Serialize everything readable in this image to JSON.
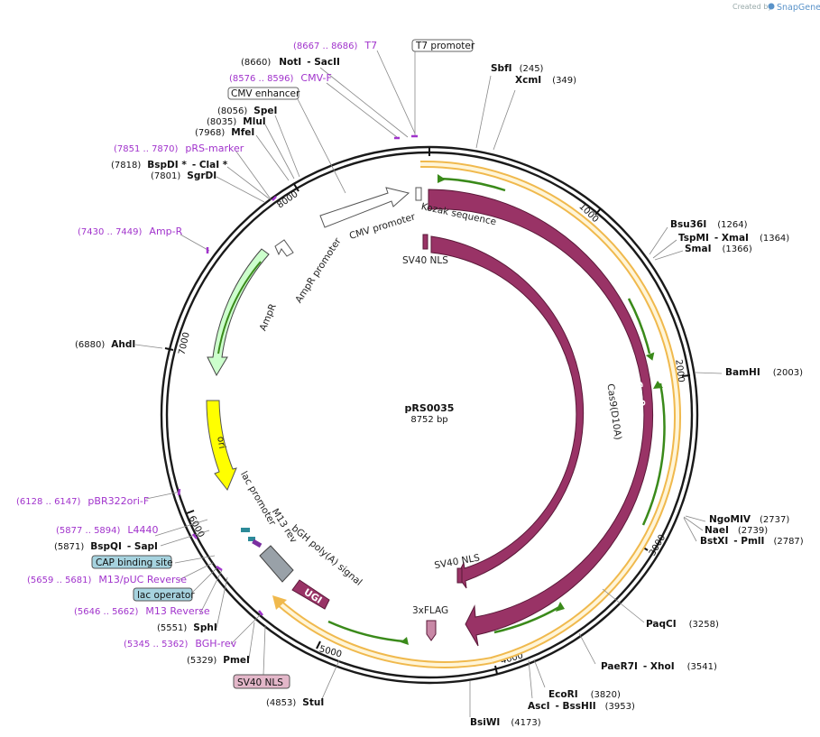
{
  "credit": {
    "prefix": "Created by",
    "brand": "SnapGene"
  },
  "plasmid": {
    "name": "pRS0035",
    "size_label": "8752 bp",
    "length_bp": 8752
  },
  "ticks": [
    "1000",
    "2000",
    "3000",
    "4000",
    "5000",
    "6000",
    "7000",
    "8000"
  ],
  "enzyme_labels": [
    {
      "id": "notI",
      "num": "(8660)",
      "name": "NotI",
      "extra": "- SacII"
    },
    {
      "id": "speI",
      "num": "(8056)",
      "name": "SpeI",
      "extra": ""
    },
    {
      "id": "mluI",
      "num": "(8035)",
      "name": "MluI",
      "extra": ""
    },
    {
      "id": "mfeI",
      "num": "(7968)",
      "name": "MfeI",
      "extra": ""
    },
    {
      "id": "bspDI",
      "num": "(7818)",
      "name": "BspDI *",
      "extra": "- ClaI *"
    },
    {
      "id": "sgrDI",
      "num": "(7801)",
      "name": "SgrDI",
      "extra": ""
    },
    {
      "id": "ahdI",
      "num": "(6880)",
      "name": "AhdI",
      "extra": ""
    },
    {
      "id": "bspQI",
      "num": "(5871)",
      "name": "BspQI",
      "extra": "- SapI"
    },
    {
      "id": "sphI",
      "num": "(5551)",
      "name": "SphI",
      "extra": ""
    },
    {
      "id": "pmeI",
      "num": "(5329)",
      "name": "PmeI",
      "extra": ""
    },
    {
      "id": "stuI",
      "num": "(4853)",
      "name": "StuI",
      "extra": ""
    },
    {
      "id": "sbfI",
      "name": "SbfI",
      "num": "(245)"
    },
    {
      "id": "xcmI",
      "name": "XcmI",
      "num": "(349)"
    },
    {
      "id": "bsu36I",
      "name": "Bsu36I",
      "num": "(1264)"
    },
    {
      "id": "tspMI",
      "name": "TspMI",
      "extra": "- XmaI",
      "num": "(1364)"
    },
    {
      "id": "smaI",
      "name": "SmaI",
      "num": "(1366)"
    },
    {
      "id": "bamHI",
      "name": "BamHI",
      "num": "(2003)"
    },
    {
      "id": "ngoMIV",
      "name": "NgoMIV",
      "num": "(2737)"
    },
    {
      "id": "naeI",
      "name": "NaeI",
      "num": "(2739)"
    },
    {
      "id": "bstXI",
      "name": "BstXI",
      "extra": "- PmlI",
      "num": "(2787)"
    },
    {
      "id": "paqCI",
      "name": "PaqCI",
      "num": "(3258)"
    },
    {
      "id": "paeR7I",
      "name": "PaeR7I",
      "extra": "- XhoI",
      "num": "(3541)"
    },
    {
      "id": "ecoRI",
      "name": "EcoRI",
      "num": "(3820)"
    },
    {
      "id": "ascI",
      "name": "AscI",
      "extra": "- BssHII",
      "num": "(3953)"
    },
    {
      "id": "bsiWI",
      "name": "BsiWI",
      "num": "(4173)"
    }
  ],
  "primers": [
    {
      "id": "t7",
      "range": "(8667 .. 8686)",
      "name": "T7"
    },
    {
      "id": "cmvf",
      "range": "(8576 .. 8596)",
      "name": "CMV-F"
    },
    {
      "id": "rsmarker",
      "range": "(7851 .. 7870)",
      "name": "pRS-marker"
    },
    {
      "id": "ampr",
      "range": "(7430 .. 7449)",
      "name": "Amp-R"
    },
    {
      "id": "pbr322",
      "range": "(6128 .. 6147)",
      "name": "pBR322ori-F"
    },
    {
      "id": "l4440",
      "range": "(5877 .. 5894)",
      "name": "L4440"
    },
    {
      "id": "m13puc",
      "range": "(5659 .. 5681)",
      "name": "M13/pUC Reverse"
    },
    {
      "id": "m13rev",
      "range": "(5646 .. 5662)",
      "name": "M13 Reverse"
    },
    {
      "id": "bghrev",
      "range": "(5345 .. 5362)",
      "name": "BGH-rev"
    }
  ],
  "boxed_labels": {
    "t7_promoter": "T7 promoter",
    "cmv_enhancer": "CMV enhancer",
    "cap_site": "CAP binding site",
    "lac_operator": "lac operator",
    "sv40_nls_box": "SV40 NLS"
  },
  "features": {
    "cmv_promoter": "CMV promoter",
    "kozak": "Kozak sequence",
    "sv40_nls_top": "SV40 NLS",
    "ampr_promoter": "AmpR promoter",
    "ampr": "AmpR",
    "ori": "ori",
    "lac_promoter": "lac promoter",
    "m13_rev": "M13 rev",
    "bgh": "bGH poly(A) signal",
    "ugi": "UGI",
    "cas9_outer": "Cas9",
    "cas9_d10a": "Cas9(D10A)",
    "sv40_nls_bottom": "SV40 NLS",
    "flag": "3xFLAG"
  },
  "colors": {
    "cas9": "#993366",
    "cas9_outline": "#f0b94d",
    "green_arrow": "#3a8a1a",
    "ampr": "#ccffcc",
    "ori": "#ffff00",
    "bgh": "#99a1a8",
    "ugi": "#993366",
    "primer": "#a133cc",
    "box_teal": "#a6d3df"
  }
}
